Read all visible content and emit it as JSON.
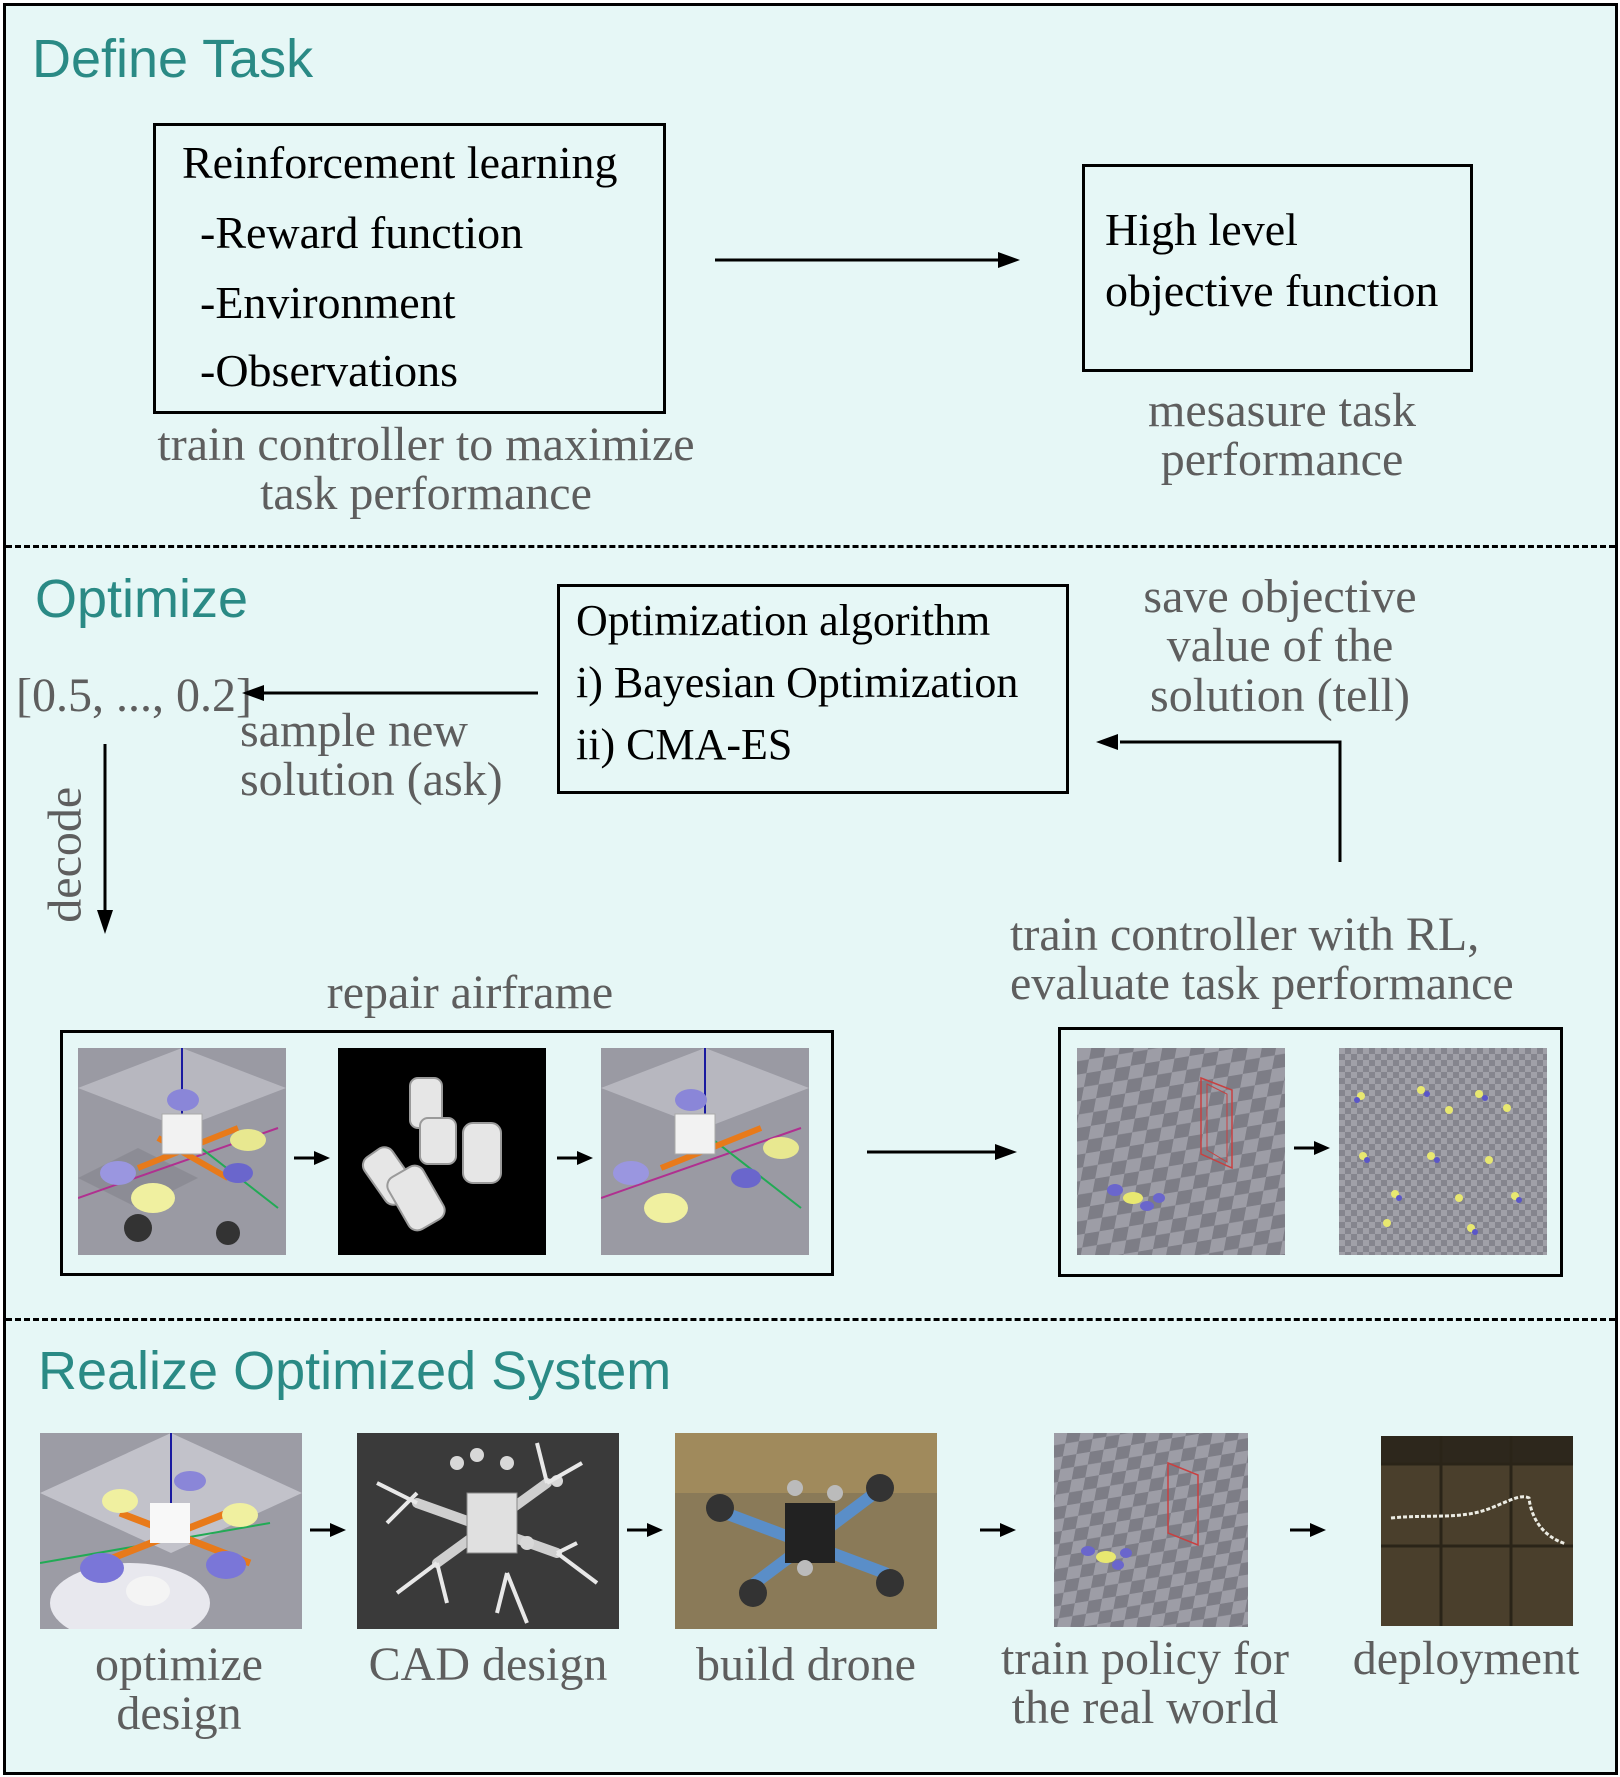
{
  "sections": {
    "define": {
      "title": "Define Task",
      "rl_box": {
        "heading": "Reinforcement learning",
        "items": [
          "-Reward function",
          "-Environment",
          "-Observations"
        ]
      },
      "rl_caption_lines": [
        "train controller to maximize",
        "task performance"
      ],
      "objective_box_lines": [
        "High level",
        "objective function"
      ],
      "objective_caption_lines": [
        "mesasure task",
        "performance"
      ]
    },
    "optimize": {
      "title": "Optimize",
      "algo_box": {
        "heading": "Optimization algorithm",
        "items": [
          "i) Bayesian Optimization",
          "ii) CMA-ES"
        ]
      },
      "vector": "[0.5, ..., 0.2]",
      "ask_caption_lines": [
        "sample new",
        "solution (ask)"
      ],
      "tell_caption_lines": [
        "save objective",
        "value of the",
        "solution (tell)"
      ],
      "decode_label": "decode",
      "repair_label": "repair airframe",
      "train_caption_lines": [
        "train controller with RL,",
        "evaluate task performance"
      ]
    },
    "realize": {
      "title": "Realize Optimized System",
      "steps": [
        {
          "lines": [
            "optimize",
            "design"
          ]
        },
        {
          "lines": [
            "CAD design"
          ]
        },
        {
          "lines": [
            "build drone"
          ]
        },
        {
          "lines": [
            "train policy for",
            "the real world"
          ]
        },
        {
          "lines": [
            "deployment"
          ]
        }
      ]
    }
  },
  "colors": {
    "background": "#e6f7f6",
    "header": "#2a8a85",
    "caption": "#5e5e5e"
  }
}
